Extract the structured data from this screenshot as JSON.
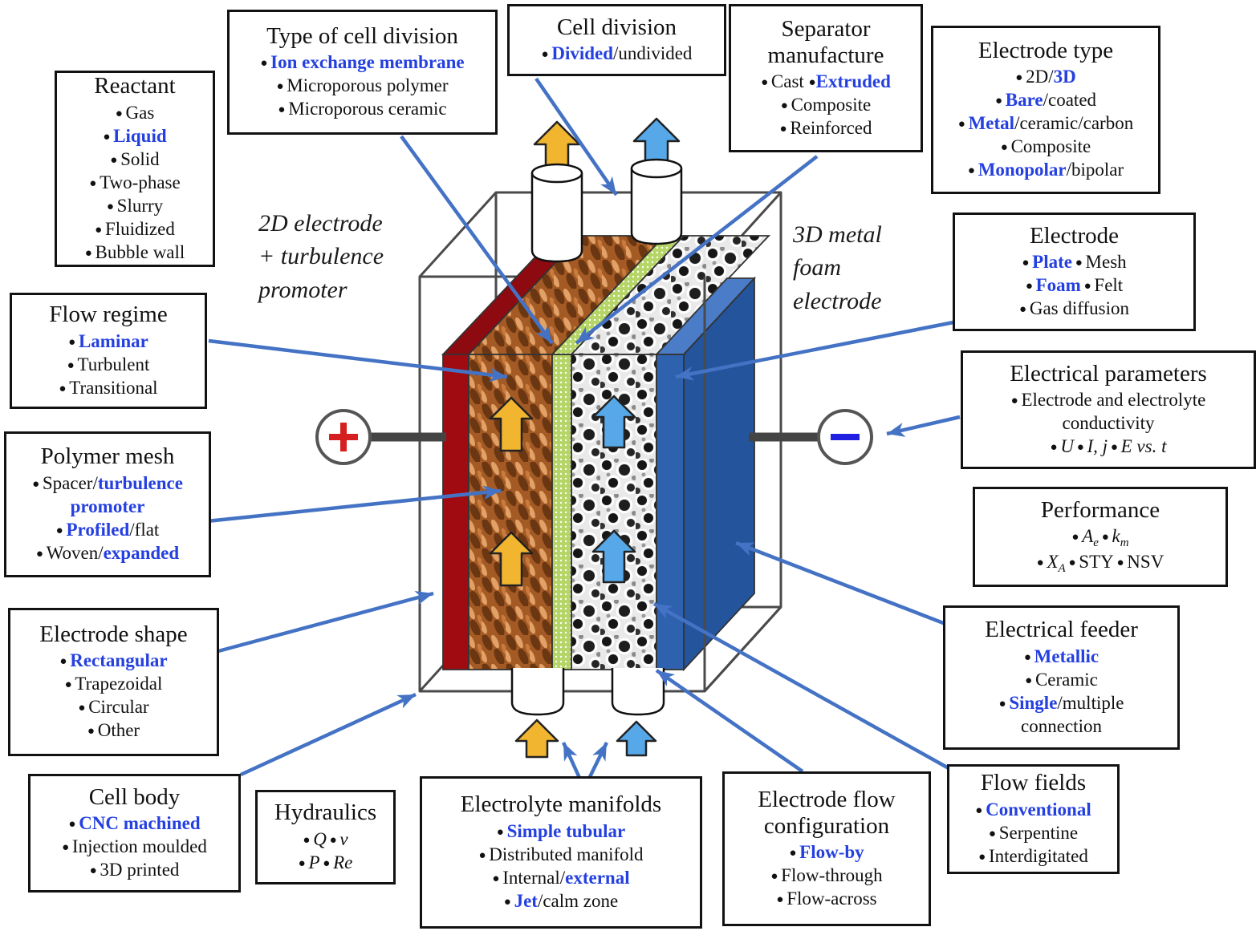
{
  "figure_colors": {
    "highlight_text": "#2540E0",
    "connector_blue": "#4472C4",
    "anolyte_arrow_yellow": "#F2B530",
    "catholyte_arrow_blue": "#56A8E8",
    "plus_sign_red": "#D62020",
    "minus_sign_blue": "#2020E0",
    "red_end_plate": "#A00B12",
    "blue_end_plate": "#2E62AE",
    "separator_green": "#B5D566"
  },
  "center_labels": {
    "left": "2D electrode\n+ turbulence\npromoter",
    "right": "3D metal\nfoam\nelectrode"
  },
  "terminals": {
    "positive": "+",
    "negative": "−"
  },
  "boxes": [
    {
      "id": "reactant",
      "title": "Reactant",
      "lines": [
        [
          {
            "t": "● ",
            "b": 1
          },
          {
            "t": "Gas"
          }
        ],
        [
          {
            "t": "● ",
            "b": 1
          },
          {
            "t": "Liquid",
            "hl": 1
          }
        ],
        [
          {
            "t": "● ",
            "b": 1
          },
          {
            "t": "Solid"
          }
        ],
        [
          {
            "t": "● ",
            "b": 1
          },
          {
            "t": "Two-phase"
          }
        ],
        [
          {
            "t": "● ",
            "b": 1
          },
          {
            "t": "Slurry"
          }
        ],
        [
          {
            "t": "● ",
            "b": 1
          },
          {
            "t": "Fluidized"
          }
        ],
        [
          {
            "t": "● ",
            "b": 1
          },
          {
            "t": "Bubble wall"
          }
        ]
      ]
    },
    {
      "id": "type_of_cell_division",
      "title": "Type of cell division",
      "lines": [
        [
          {
            "t": "● ",
            "b": 1
          },
          {
            "t": "Ion exchange membrane",
            "hl": 1
          }
        ],
        [
          {
            "t": "● ",
            "b": 1
          },
          {
            "t": "Microporous polymer"
          }
        ],
        [
          {
            "t": "● ",
            "b": 1
          },
          {
            "t": "Microporous ceramic"
          }
        ]
      ]
    },
    {
      "id": "cell_division",
      "title": "Cell division",
      "lines": [
        [
          {
            "t": "● ",
            "b": 1
          },
          {
            "t": "Divided",
            "hl": 1
          },
          {
            "t": "/undivided"
          }
        ]
      ]
    },
    {
      "id": "separator_manufacture",
      "title": "Separator manufacture",
      "lines": [
        [
          {
            "t": "● ",
            "b": 1
          },
          {
            "t": "Cast "
          },
          {
            "t": "●",
            "b": 1
          },
          {
            "t": "Extruded",
            "hl": 1
          }
        ],
        [
          {
            "t": "● ",
            "b": 1
          },
          {
            "t": "Composite"
          }
        ],
        [
          {
            "t": "● ",
            "b": 1
          },
          {
            "t": "Reinforced"
          }
        ]
      ]
    },
    {
      "id": "electrode_type",
      "title": "Electrode type",
      "lines": [
        [
          {
            "t": "● ",
            "b": 1
          },
          {
            "t": "2D/"
          },
          {
            "t": "3D",
            "hl": 1
          }
        ],
        [
          {
            "t": "● ",
            "b": 1
          },
          {
            "t": "Bare",
            "hl": 1
          },
          {
            "t": "/coated"
          }
        ],
        [
          {
            "t": "● ",
            "b": 1
          },
          {
            "t": "Metal",
            "hl": 1
          },
          {
            "t": "/ceramic/carbon"
          }
        ],
        [
          {
            "t": "● ",
            "b": 1
          },
          {
            "t": "Composite"
          }
        ],
        [
          {
            "t": "● ",
            "b": 1
          },
          {
            "t": "Monopolar",
            "hl": 1
          },
          {
            "t": "/bipolar"
          }
        ]
      ]
    },
    {
      "id": "electrode",
      "title": "Electrode",
      "lines": [
        [
          {
            "t": "● ",
            "b": 1
          },
          {
            "t": "Plate",
            "hl": 1
          },
          {
            "t": " ● ",
            "b": 1
          },
          {
            "t": "Mesh"
          }
        ],
        [
          {
            "t": "● ",
            "b": 1
          },
          {
            "t": "Foam",
            "hl": 1
          },
          {
            "t": " ● ",
            "b": 1
          },
          {
            "t": "Felt"
          }
        ],
        [
          {
            "t": "● ",
            "b": 1
          },
          {
            "t": "Gas diffusion"
          }
        ]
      ]
    },
    {
      "id": "electrical_parameters",
      "title": "Electrical parameters",
      "lines": [
        [
          {
            "t": "● ",
            "b": 1
          },
          {
            "t": "Electrode and electrolyte"
          }
        ],
        [
          {
            "t": "conductivity"
          }
        ],
        [
          {
            "t": "● ",
            "b": 1
          },
          {
            "t": "U",
            "it": 1
          },
          {
            "t": " ● ",
            "b": 1
          },
          {
            "t": "I, j",
            "it": 1
          },
          {
            "t": " ● ",
            "b": 1
          },
          {
            "t": "E vs. t",
            "it": 1
          }
        ]
      ]
    },
    {
      "id": "performance",
      "title": "Performance",
      "lines": [
        [
          {
            "t": "● ",
            "b": 1
          },
          {
            "t": "A",
            "it": 1
          },
          {
            "t": "e",
            "sub": 1
          },
          {
            "t": " ● ",
            "b": 1
          },
          {
            "t": "k",
            "it": 1
          },
          {
            "t": "m",
            "sub": 1
          }
        ],
        [
          {
            "t": "● ",
            "b": 1
          },
          {
            "t": "X",
            "it": 1
          },
          {
            "t": "A",
            "sub": 1
          },
          {
            "t": " ● ",
            "b": 1
          },
          {
            "t": "STY"
          },
          {
            "t": " ● ",
            "b": 1
          },
          {
            "t": "NSV"
          }
        ]
      ]
    },
    {
      "id": "electrical_feeder",
      "title": "Electrical feeder",
      "lines": [
        [
          {
            "t": "● ",
            "b": 1
          },
          {
            "t": "Metallic",
            "hl": 1
          }
        ],
        [
          {
            "t": "● ",
            "b": 1
          },
          {
            "t": "Ceramic"
          }
        ],
        [
          {
            "t": "● ",
            "b": 1
          },
          {
            "t": "Single",
            "hl": 1
          },
          {
            "t": "/multiple"
          }
        ],
        [
          {
            "t": "connection"
          }
        ]
      ]
    },
    {
      "id": "flow_fields",
      "title": "Flow fields",
      "lines": [
        [
          {
            "t": "● ",
            "b": 1
          },
          {
            "t": "Conventional",
            "hl": 1
          }
        ],
        [
          {
            "t": "● ",
            "b": 1
          },
          {
            "t": "Serpentine"
          }
        ],
        [
          {
            "t": "● ",
            "b": 1
          },
          {
            "t": "Interdigitated"
          }
        ]
      ]
    },
    {
      "id": "electrode_flow_configuration",
      "title": "Electrode flow configuration",
      "lines": [
        [
          {
            "t": "● ",
            "b": 1
          },
          {
            "t": "Flow-by",
            "hl": 1
          }
        ],
        [
          {
            "t": "● ",
            "b": 1
          },
          {
            "t": "Flow-through"
          }
        ],
        [
          {
            "t": "● ",
            "b": 1
          },
          {
            "t": "Flow-across"
          }
        ]
      ]
    },
    {
      "id": "electrolyte_manifolds",
      "title": "Electrolyte manifolds",
      "lines": [
        [
          {
            "t": "● ",
            "b": 1
          },
          {
            "t": "Simple tubular",
            "hl": 1
          }
        ],
        [
          {
            "t": "● ",
            "b": 1
          },
          {
            "t": "Distributed manifold"
          }
        ],
        [
          {
            "t": "● ",
            "b": 1
          },
          {
            "t": "Internal/"
          },
          {
            "t": "external",
            "hl": 1
          }
        ],
        [
          {
            "t": "● ",
            "b": 1
          },
          {
            "t": "Jet",
            "hl": 1
          },
          {
            "t": "/calm zone"
          }
        ]
      ]
    },
    {
      "id": "hydraulics",
      "title": "Hydraulics",
      "lines": [
        [
          {
            "t": "● ",
            "b": 1
          },
          {
            "t": "Q",
            "it": 1
          },
          {
            "t": " ● ",
            "b": 1
          },
          {
            "t": "v",
            "it": 1
          }
        ],
        [
          {
            "t": "● ",
            "b": 1
          },
          {
            "t": "P",
            "it": 1
          },
          {
            "t": " ● ",
            "b": 1
          },
          {
            "t": "Re",
            "it": 1
          }
        ]
      ]
    },
    {
      "id": "cell_body",
      "title": "Cell body",
      "lines": [
        [
          {
            "t": "● ",
            "b": 1
          },
          {
            "t": "CNC machined",
            "hl": 1
          }
        ],
        [
          {
            "t": "● ",
            "b": 1
          },
          {
            "t": "Injection moulded"
          }
        ],
        [
          {
            "t": "● ",
            "b": 1
          },
          {
            "t": "3D printed"
          }
        ]
      ]
    },
    {
      "id": "electrode_shape",
      "title": "Electrode shape",
      "lines": [
        [
          {
            "t": "● ",
            "b": 1
          },
          {
            "t": "Rectangular",
            "hl": 1
          }
        ],
        [
          {
            "t": "● ",
            "b": 1
          },
          {
            "t": "Trapezoidal"
          }
        ],
        [
          {
            "t": "● ",
            "b": 1
          },
          {
            "t": "Circular"
          }
        ],
        [
          {
            "t": "● ",
            "b": 1
          },
          {
            "t": "Other"
          }
        ]
      ]
    },
    {
      "id": "polymer_mesh",
      "title": "Polymer mesh",
      "lines": [
        [
          {
            "t": "● ",
            "b": 1
          },
          {
            "t": "Spacer/"
          },
          {
            "t": "turbulence",
            "hl": 1
          }
        ],
        [
          {
            "t": "promoter",
            "hl": 1
          }
        ],
        [
          {
            "t": "● ",
            "b": 1
          },
          {
            "t": "Profiled",
            "hl": 1
          },
          {
            "t": "/flat"
          }
        ],
        [
          {
            "t": "● ",
            "b": 1
          },
          {
            "t": "Woven/"
          },
          {
            "t": "expanded",
            "hl": 1
          }
        ]
      ]
    },
    {
      "id": "flow_regime",
      "title": "Flow regime",
      "lines": [
        [
          {
            "t": "● ",
            "b": 1
          },
          {
            "t": "Laminar",
            "hl": 1
          }
        ],
        [
          {
            "t": "● ",
            "b": 1
          },
          {
            "t": "Turbulent"
          }
        ],
        [
          {
            "t": "● ",
            "b": 1
          },
          {
            "t": "Transitional"
          }
        ]
      ]
    }
  ]
}
